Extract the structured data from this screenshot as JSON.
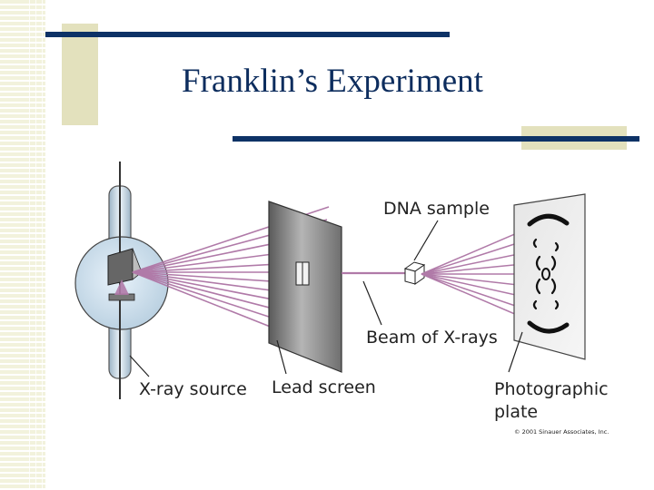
{
  "slide": {
    "title": "Franklin’s Experiment",
    "colors": {
      "title": "#0d2d5e",
      "accent_line": "#0d3266",
      "accent_block": "#e3e1bd",
      "beam": "#b07aa8"
    }
  },
  "figure": {
    "labels": {
      "dna_sample": "DNA sample",
      "beam": "Beam of X-rays",
      "xray_source": "X-ray source",
      "lead_screen": "Lead screen",
      "plate_line1": "Photographic",
      "plate_line2": "plate",
      "copyright": "© 2001 Sinauer Associates, Inc."
    }
  }
}
